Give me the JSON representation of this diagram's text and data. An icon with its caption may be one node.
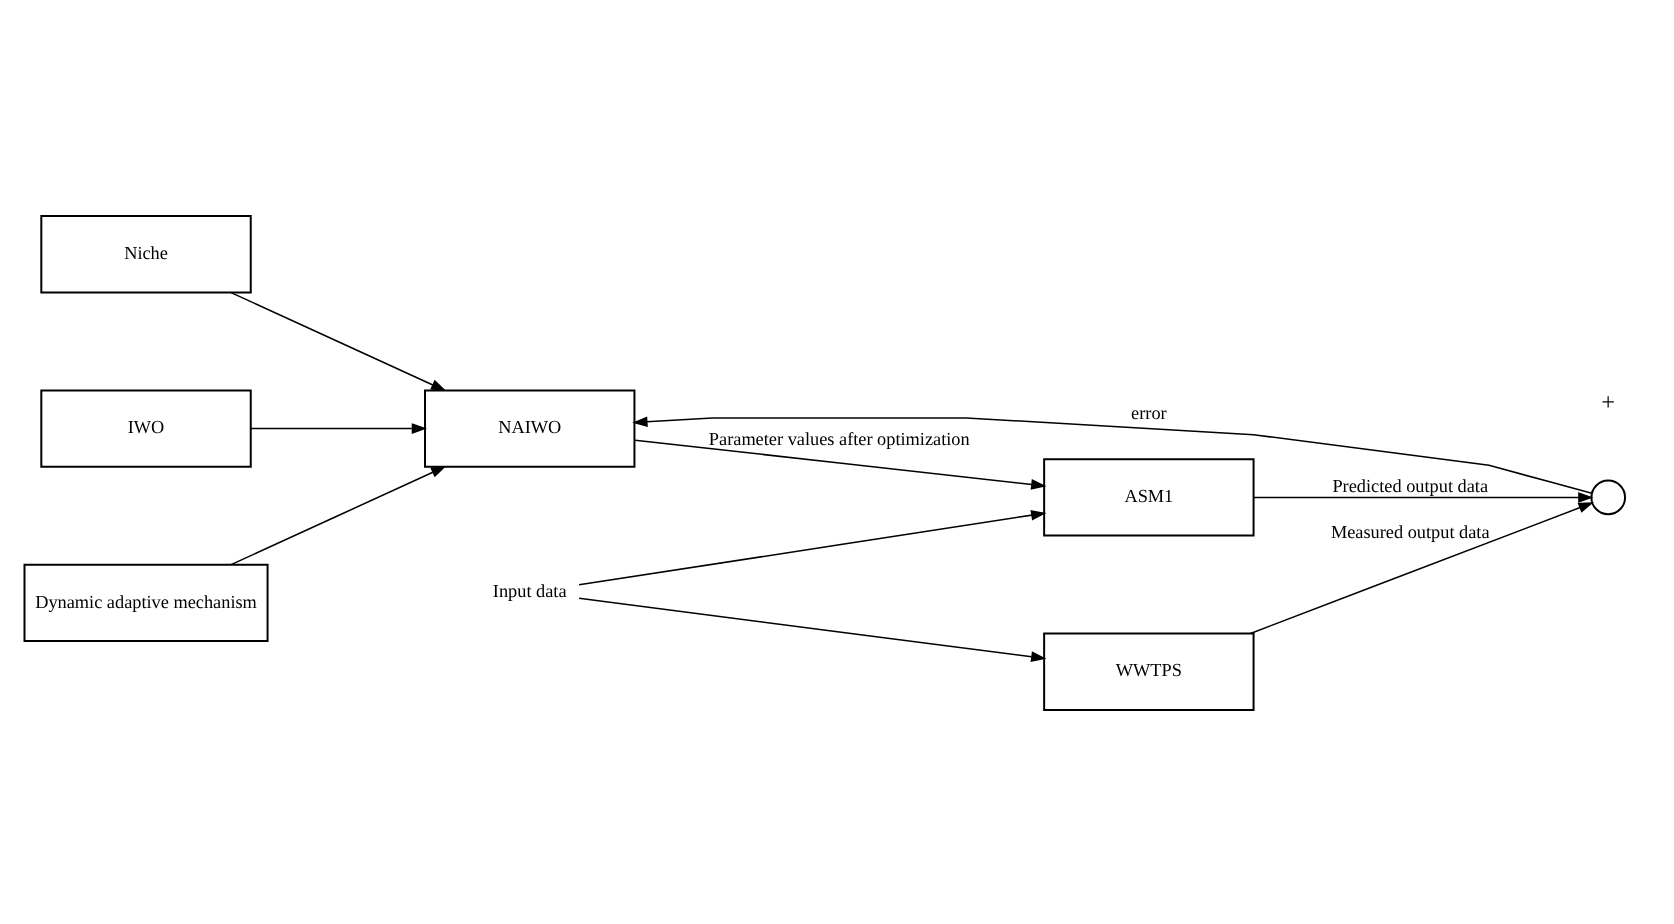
{
  "diagram": {
    "nodes": [
      {
        "text": [
          "Niche"
        ]
      },
      {
        "text": [
          "IWO"
        ]
      },
      {
        "text": [
          "Dynamic adaptive mechanism"
        ]
      },
      {
        "text": [
          "NAIWO"
        ]
      },
      {
        "text": [
          "ASM1"
        ]
      },
      {
        "text": [
          "WWTPS"
        ]
      },
      {
        "text": [],
        "shape": "circle"
      },
      {
        "text": [
          "Input data"
        ]
      }
    ],
    "edges": [
      {
        "from": 0,
        "to": 3,
        "arrow": "to"
      },
      {
        "from": 1,
        "to": 3,
        "arrow": "to"
      },
      {
        "from": 2,
        "to": 3,
        "arrow": "to"
      },
      {
        "from": 3,
        "to": 4,
        "arrow": "to",
        "label": "Parameter values after optimization"
      },
      {
        "from": 4,
        "to": 6,
        "arrow": "to",
        "label": "Predicted output data"
      },
      {
        "from": 5,
        "to": 6,
        "arrow": "to",
        "label": "Measured output data"
      },
      {
        "from": 6,
        "to": 3,
        "arrow": "to",
        "label": "error"
      },
      {
        "from": 7,
        "to": 4,
        "arrow": "to"
      },
      {
        "from": 7,
        "to": 5,
        "arrow": "to"
      }
    ],
    "labels": [
      "+"
    ]
  }
}
